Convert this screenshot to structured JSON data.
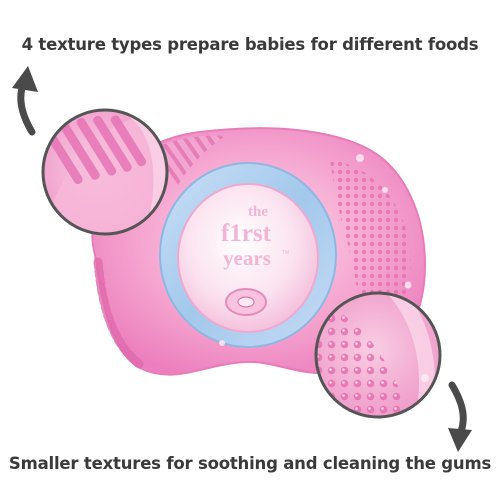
{
  "top_caption": "4 texture types prepare babies for different foods",
  "bottom_caption": "Smaller textures for soothing and cleaning the gums",
  "logo": {
    "line1": "the",
    "line2": "f1rst",
    "line3": "years",
    "tm": "TM"
  },
  "colors": {
    "background": "#ffffff",
    "caption_text": "#3a3a3a",
    "arrow": "#4a4a4a",
    "teether_pink": "#f08cc4",
    "teether_light_pink": "#f9c6e0",
    "ring_blue": "#a9cdee",
    "zoom_ring": "#555555"
  },
  "icons": {
    "up_arrow": "curved-arrow-up-icon",
    "down_arrow": "curved-arrow-down-icon"
  }
}
